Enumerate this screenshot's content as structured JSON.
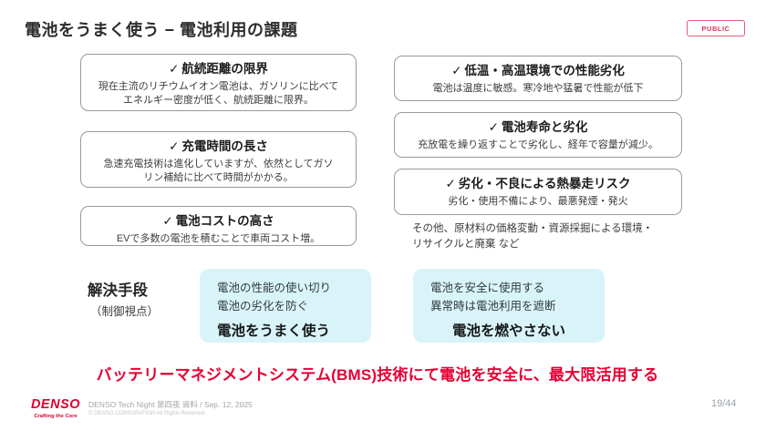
{
  "slide": {
    "title": "電池をうまく使う − 電池利用の課題",
    "public_badge": "PUBLIC"
  },
  "icons": {
    "check": "✓"
  },
  "challenges": {
    "left": [
      {
        "title": "航続距離の限界",
        "lines": [
          "現在主流のリチウムイオン電池は、ガソリンに比べて",
          "エネルギー密度が低く、航続距離に限界。"
        ]
      },
      {
        "title": "充電時間の長さ",
        "lines": [
          "急速充電技術は進化していますが、依然としてガソ",
          "リン補給に比べて時間がかかる。"
        ]
      },
      {
        "title": "電池コストの高さ",
        "lines": [
          "EVで多数の電池を積むことで車両コスト増。"
        ]
      }
    ],
    "right": [
      {
        "title": "低温・高温環境での性能劣化",
        "lines": [
          "電池は温度に敏感。寒冷地や猛暑で性能が低下"
        ]
      },
      {
        "title": "電池寿命と劣化",
        "lines": [
          "充放電を繰り返すことで劣化し、経年で容量が減少。"
        ]
      },
      {
        "title": "劣化・不良による熱暴走リスク",
        "lines": [
          "劣化・使用不備により、最悪発煙・発火"
        ]
      }
    ],
    "note_lines": [
      "その他、原材料の価格変動・資源採掘による環境・",
      "リサイクルと廃棄 など"
    ]
  },
  "solution": {
    "label": "解決手段",
    "sublabel": "（制御視点）",
    "boxes": [
      {
        "lines": [
          "電池の性能の使い切り",
          "電池の劣化を防ぐ"
        ],
        "headline": "電池をうまく使う"
      },
      {
        "lines": [
          "電池を安全に使用する",
          "異常時は電池利用を遮断"
        ],
        "headline": "電池を燃やさない"
      }
    ]
  },
  "message": "バッテリーマネジメントシステム(BMS)技術にて電池を安全に、最大限活用する",
  "footer": {
    "logo": "DENSO",
    "tagline": "Crafting the Core",
    "credit": "DENSO Tech Night 第四夜 資料 / Sep. 12, 2025",
    "copyright": "© DENSO CORPORATION All Rights Reserved.",
    "page": "19/44"
  },
  "colors": {
    "accent_red": "#e60033",
    "badge_red": "#e25a78",
    "cyan_box": "#d9f4f8",
    "box_border": "#9a9a9a"
  }
}
